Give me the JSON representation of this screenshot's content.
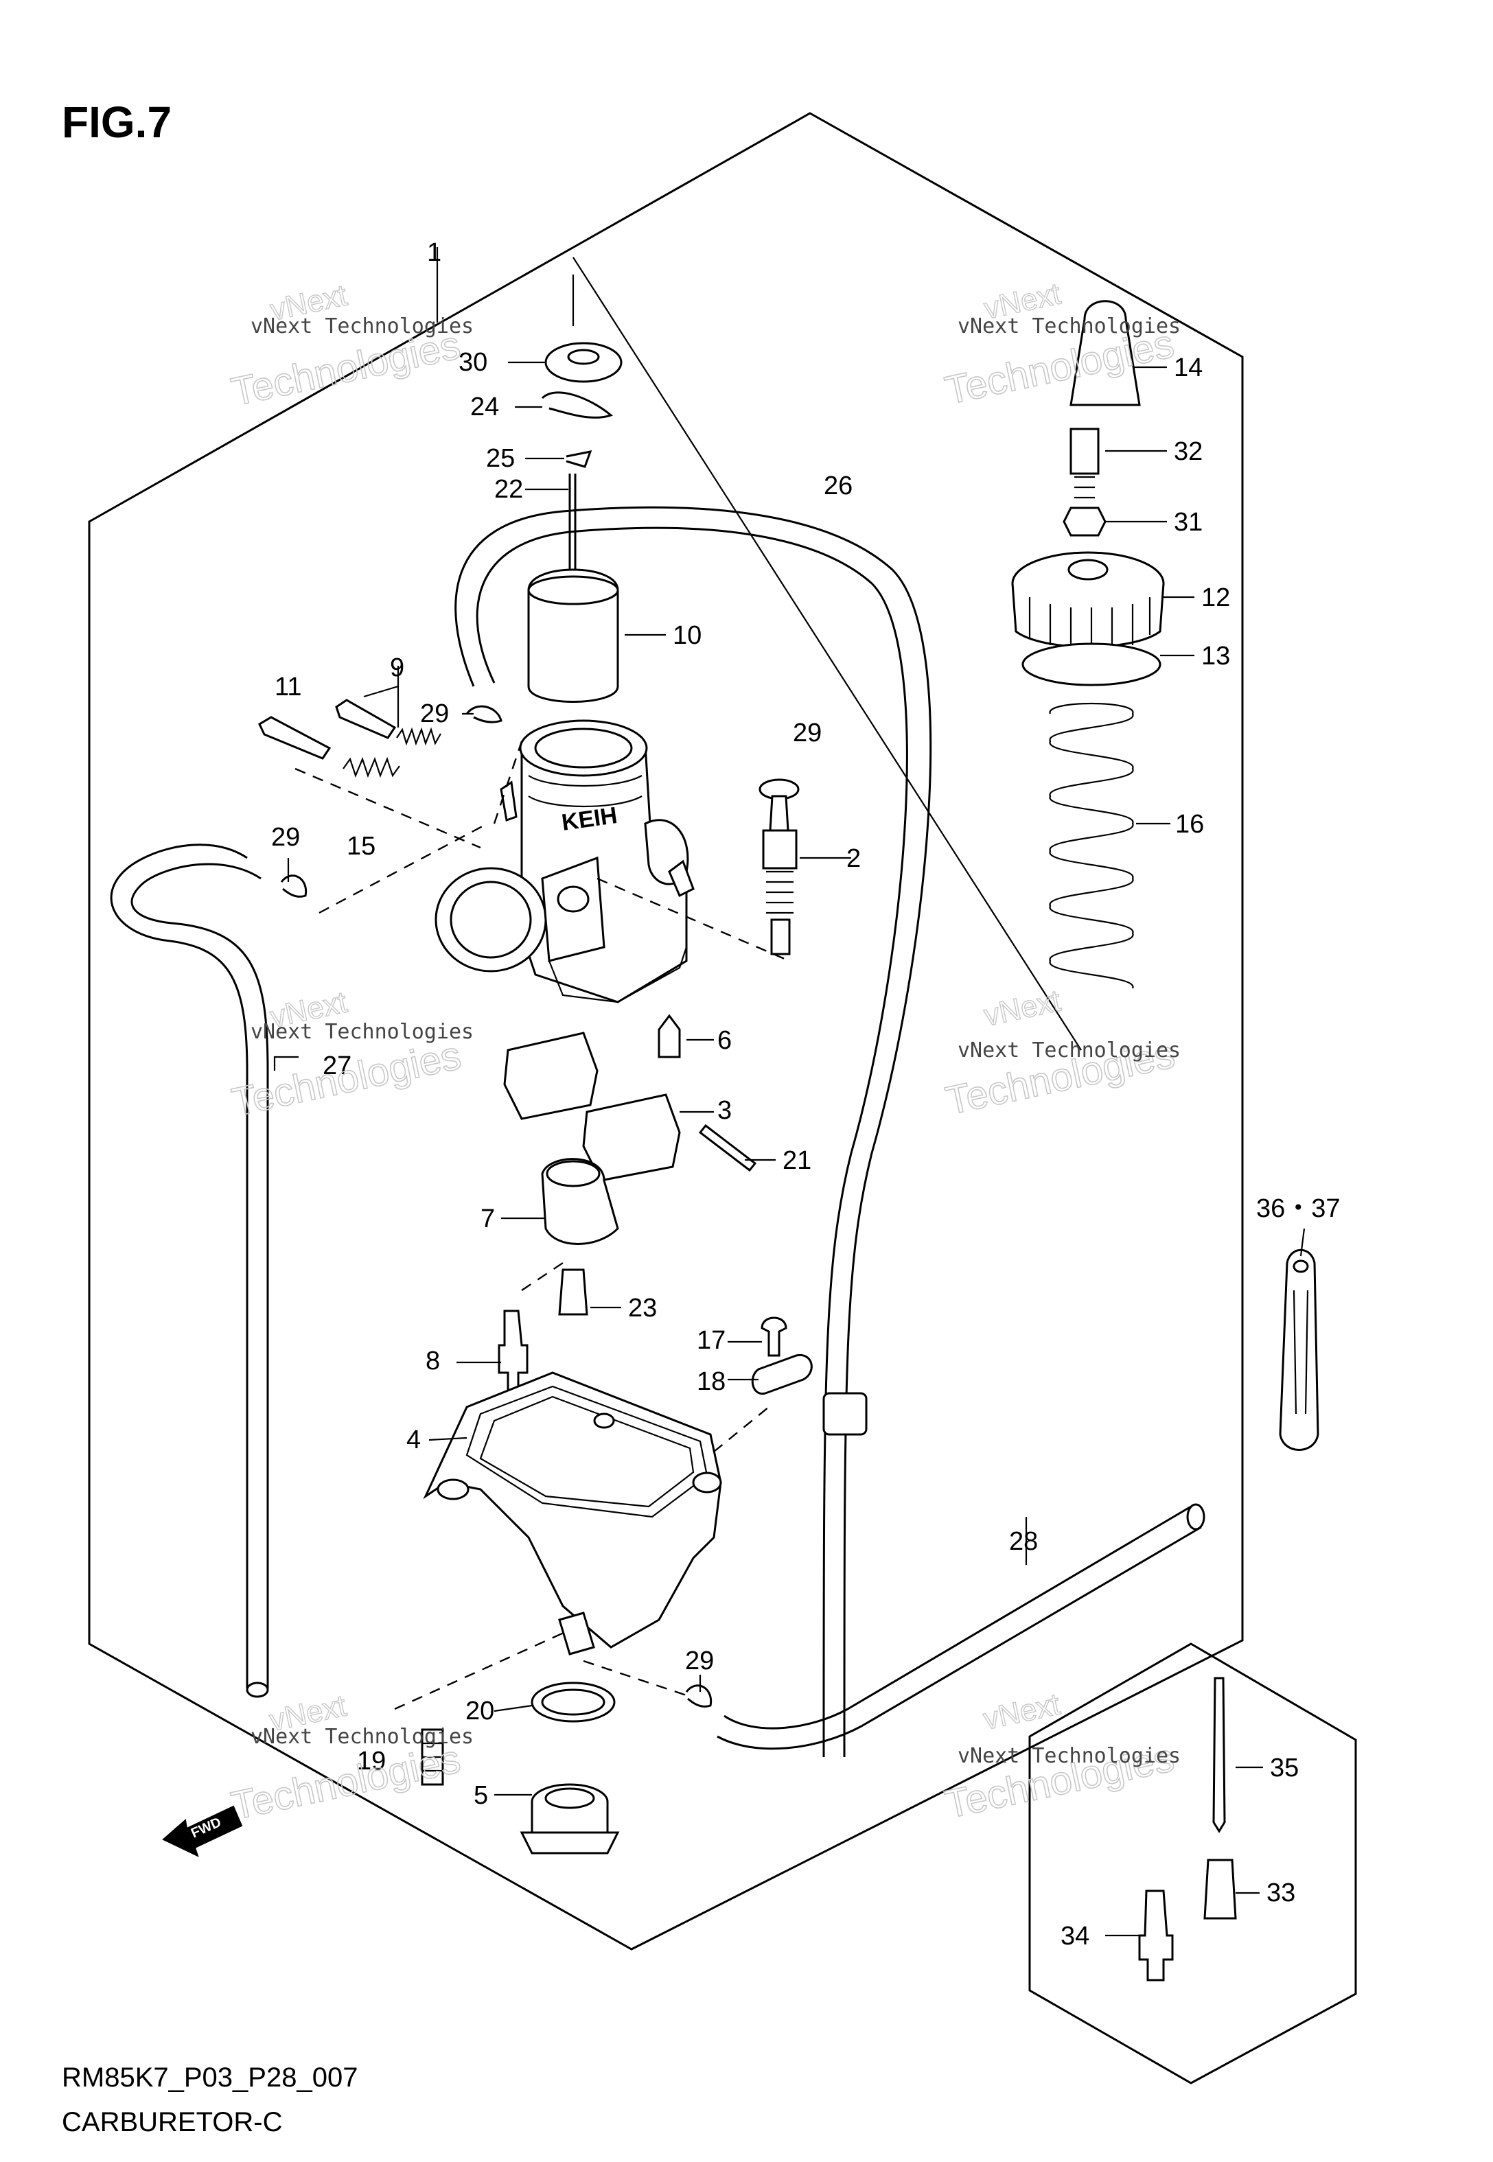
{
  "figure_label": "FIG.7",
  "footer": {
    "model_code": "RM85K7_P03_P28_007",
    "section_name": "CARBURETOR-C"
  },
  "watermark": {
    "line1": "vNext Technologies",
    "line2": "vNext",
    "line3": "Technologies"
  },
  "fwd_label": "FWD",
  "callouts": [
    "1",
    "2",
    "3",
    "4",
    "5",
    "6",
    "7",
    "8",
    "9",
    "10",
    "11",
    "12",
    "13",
    "14",
    "15",
    "16",
    "17",
    "18",
    "19",
    "20",
    "21",
    "22",
    "23",
    "24",
    "25",
    "26",
    "27",
    "28",
    "29",
    "29",
    "29",
    "29",
    "30",
    "31",
    "32",
    "33",
    "34",
    "35",
    "36・37"
  ]
}
